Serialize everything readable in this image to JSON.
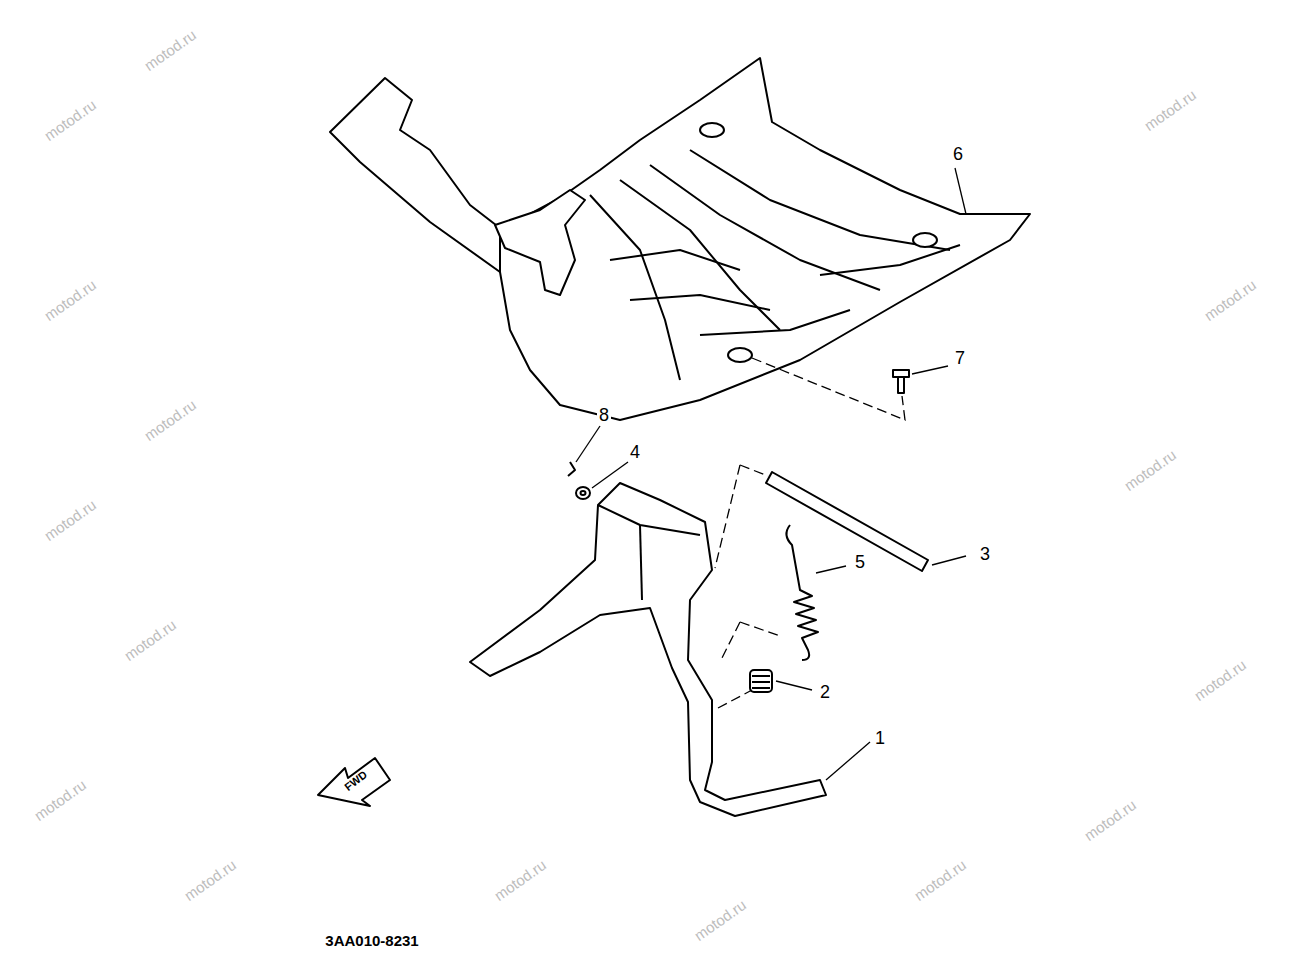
{
  "diagram": {
    "labels": [
      "6",
      "7",
      "8",
      "4",
      "3",
      "5",
      "2",
      "1",
      "FWD",
      "3AA010-8231",
      "motod.ru",
      "motod.ru",
      "motod.ru",
      "motod.ru",
      "motod.ru",
      "motod.ru",
      "motod.ru",
      "motod.ru",
      "motod.ru",
      "motod.ru",
      "motod.ru",
      "motod.ru",
      "motod.ru",
      "motod.ru",
      "motod.ru",
      "motod.ru"
    ]
  }
}
